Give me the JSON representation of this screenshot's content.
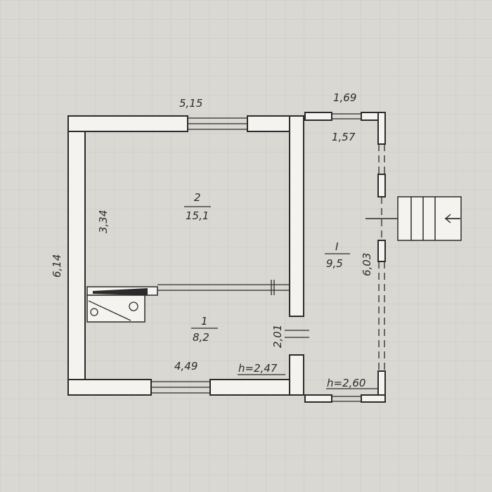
{
  "colors": {
    "paper": "#d9d8d3",
    "grid": "#c9c8c2",
    "ink": "#2b2b2b",
    "wall_fill": "#f4f3ef"
  },
  "dimensions": {
    "top_width": "5,15",
    "left_height": "6,14",
    "room2_height": "3,34",
    "bottom_width": "4,49",
    "door_width": "2,01",
    "veranda_top_outer": "1,69",
    "veranda_top_inner": "1,57",
    "veranda_height": "6,03"
  },
  "rooms": {
    "room2": {
      "number": "2",
      "area": "15,1"
    },
    "room1": {
      "number": "1",
      "area": "8,2"
    },
    "veranda": {
      "number": "I",
      "area": "9,5"
    }
  },
  "heights": {
    "main": "h=2,47",
    "veranda": "h=2,60"
  }
}
